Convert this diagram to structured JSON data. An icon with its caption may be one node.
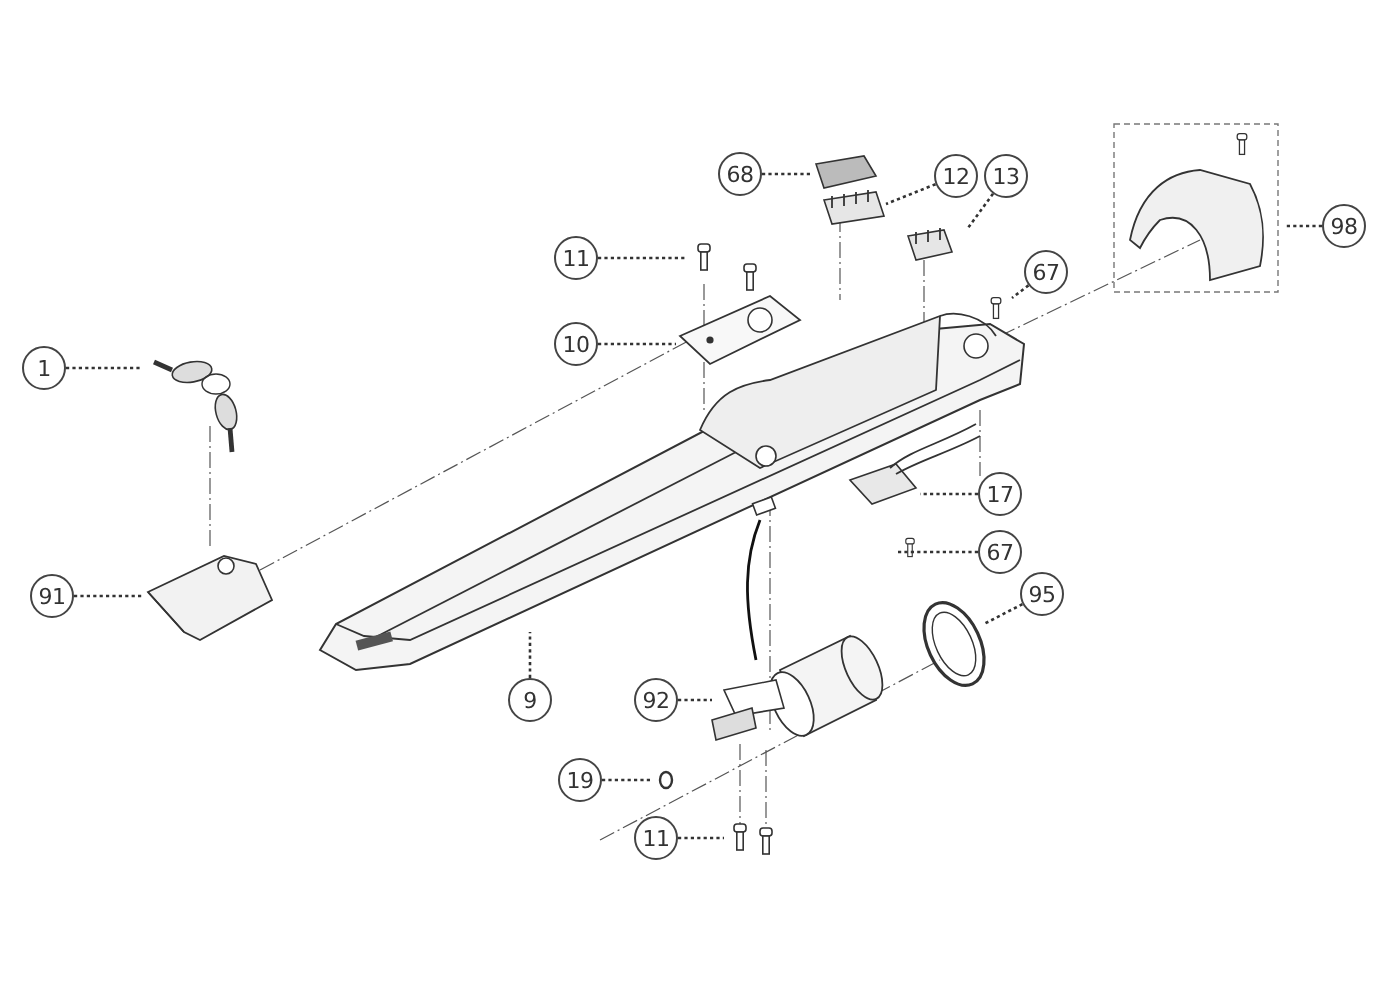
{
  "diagram": {
    "nodes": [
      {
        "text": [
          "68"
        ]
      },
      {
        "text": [
          "12"
        ]
      },
      {
        "text": [
          "13"
        ]
      },
      {
        "text": [
          "98"
        ]
      },
      {
        "text": [
          "11"
        ]
      },
      {
        "text": [
          "67"
        ]
      },
      {
        "text": [
          "10"
        ]
      },
      {
        "text": [
          "1"
        ]
      },
      {
        "text": [
          "17"
        ]
      },
      {
        "text": [
          "67"
        ]
      },
      {
        "text": [
          "95"
        ]
      },
      {
        "text": [
          "91"
        ]
      },
      {
        "text": [
          "9"
        ]
      },
      {
        "text": [
          "92"
        ]
      },
      {
        "text": [
          "19"
        ]
      },
      {
        "text": [
          "11"
        ]
      }
    ],
    "edges": [
      {
        "from": 0,
        "to": null,
        "arrow": "none"
      },
      {
        "from": 1,
        "to": null,
        "arrow": "none"
      },
      {
        "from": 2,
        "to": null,
        "arrow": "none"
      },
      {
        "from": 3,
        "to": null,
        "arrow": "none"
      },
      {
        "from": 4,
        "to": null,
        "arrow": "none"
      },
      {
        "from": 5,
        "to": null,
        "arrow": "none"
      },
      {
        "from": 6,
        "to": null,
        "arrow": "none"
      },
      {
        "from": 7,
        "to": null,
        "arrow": "none"
      },
      {
        "from": 8,
        "to": null,
        "arrow": "none"
      },
      {
        "from": 9,
        "to": null,
        "arrow": "none"
      },
      {
        "from": 10,
        "to": null,
        "arrow": "none"
      },
      {
        "from": 11,
        "to": null,
        "arrow": "none"
      },
      {
        "from": 12,
        "to": null,
        "arrow": "none"
      },
      {
        "from": 13,
        "to": null,
        "arrow": "none"
      },
      {
        "from": 14,
        "to": null,
        "arrow": "none"
      },
      {
        "from": 15,
        "to": null,
        "arrow": "none"
      }
    ]
  }
}
